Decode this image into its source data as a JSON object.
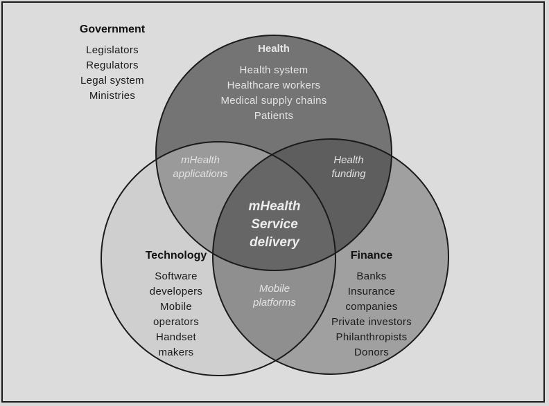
{
  "colors": {
    "background": "#dcdcdc",
    "health_only": "#747474",
    "technology_only": "#cfcfcf",
    "finance_only": "#a0a0a0",
    "health_technology": "#9a9a9a",
    "health_finance": "#5e5e5e",
    "technology_finance": "#8f8f8f",
    "center": "#666666",
    "outline": "#1a1a1a"
  },
  "government": {
    "title": "Government",
    "items": [
      "Legislators",
      "Regulators",
      "Legal system",
      "Ministries"
    ]
  },
  "health": {
    "title": "Health",
    "items": [
      "Health system",
      "Healthcare workers",
      "Medical supply chains",
      "Patients"
    ]
  },
  "technology": {
    "title": "Technology",
    "items": [
      "Software",
      "developers",
      "Mobile",
      "operators",
      "Handset",
      "makers"
    ]
  },
  "finance": {
    "title": "Finance",
    "items": [
      "Banks",
      "Insurance",
      "companies",
      "Private investors",
      "Philanthropists",
      "Donors"
    ]
  },
  "overlaps": {
    "health_technology": [
      "mHealth",
      "applications"
    ],
    "health_finance": [
      "Health",
      "funding"
    ],
    "technology_finance": [
      "Mobile",
      "platforms"
    ],
    "center": [
      "mHealth",
      "Service",
      "delivery"
    ]
  }
}
